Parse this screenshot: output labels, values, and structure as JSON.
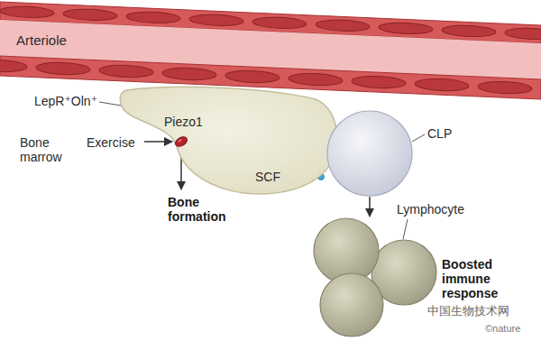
{
  "diagram": {
    "nodes": [
      {
        "text": [
          "Arteriole"
        ]
      },
      {
        "text": [
          "LepR⁺Oln⁺"
        ]
      },
      {
        "text": [
          "Piezo1"
        ],
        "in": 1
      },
      {
        "text": [
          "CLP"
        ]
      },
      {
        "text": [
          "Lymphocyte"
        ]
      }
    ],
    "edges": [
      {
        "from": 2,
        "to": 3,
        "arrow": "to"
      },
      {
        "from": 3,
        "to": 4,
        "arrow": "to"
      }
    ],
    "labels": [
      "Bone marrow",
      "Exercise",
      "Bone formation",
      "SCF",
      "Boosted immune response",
      "中国生物技术网",
      "©nature"
    ]
  }
}
